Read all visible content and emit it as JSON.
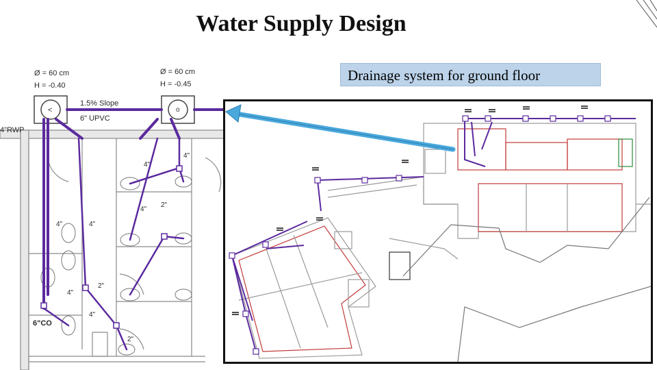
{
  "slide": {
    "title": "Water Supply Design",
    "callout": "Drainage system for ground floor"
  },
  "detail": {
    "manhole_left": {
      "diameter": "Ø = 60 cm",
      "height": "H = -0.40"
    },
    "manhole_right": {
      "diameter": "Ø = 60 cm",
      "height": "H = -0.45"
    },
    "slope": "1.5% Slope",
    "main_pipe": "6\" UPVC",
    "rwp": "4\"RWP",
    "cleanout": "6\"CO",
    "pipe_labels": [
      "4\"",
      "4\"",
      "4\"",
      "2\"",
      "4\"",
      "4\"",
      "2\"",
      "4\"",
      "4\"",
      "2\""
    ]
  },
  "colors": {
    "pipe": "#5b2a9e",
    "wall": "#8a8a8a",
    "callout_fill": "#bcd3ea",
    "arrow": "#4aa8dc"
  }
}
